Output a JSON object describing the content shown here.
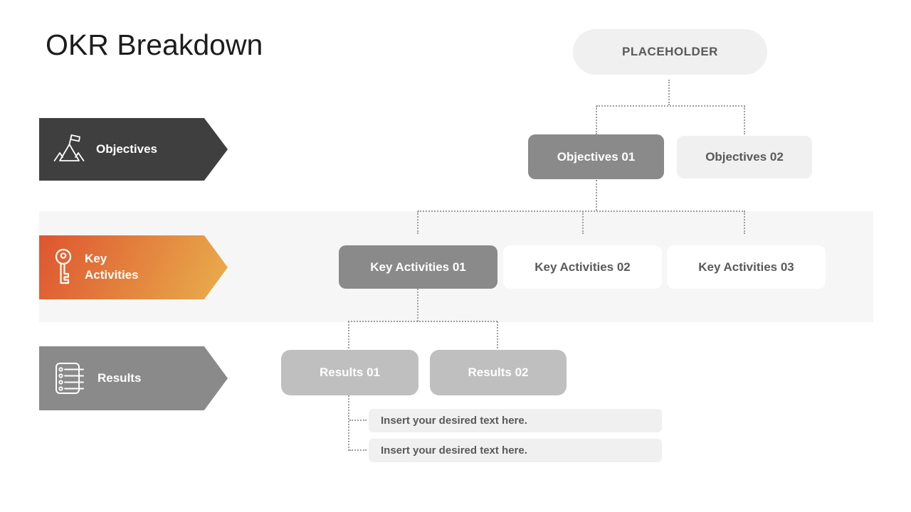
{
  "title": "OKR Breakdown",
  "placeholder": {
    "label": "PLACEHOLDER"
  },
  "lanes": [
    {
      "label": "Objectives",
      "icon": "mountain-flag-icon"
    },
    {
      "label": "Key Activities",
      "icon": "key-icon"
    },
    {
      "label": "Results",
      "icon": "checklist-icon"
    }
  ],
  "nodes": {
    "objectives": [
      {
        "label": "Objectives 01"
      },
      {
        "label": "Objectives 02"
      }
    ],
    "key_activities": [
      {
        "label": "Key Activities 01"
      },
      {
        "label": "Key Activities 02"
      },
      {
        "label": "Key Activities 03"
      }
    ],
    "results": [
      {
        "label": "Results 01"
      },
      {
        "label": "Results 02"
      }
    ]
  },
  "notes": [
    {
      "text": "Insert your desired text here."
    },
    {
      "text": "Insert your desired text here."
    }
  ],
  "colors": {
    "title-text": "#1d1d1d",
    "dark-arrow": "#3f3f3f",
    "mid-gray": "#8a8a8a",
    "light-node": "#f0f0f0",
    "results-node": "#bfbfbf",
    "band": "#f6f6f6",
    "note-bg": "#f0f0f0",
    "muted-text": "#595959",
    "dotted-line": "#9e9e9e",
    "orange-start": "#de5530",
    "orange-end": "#e9af4c"
  }
}
